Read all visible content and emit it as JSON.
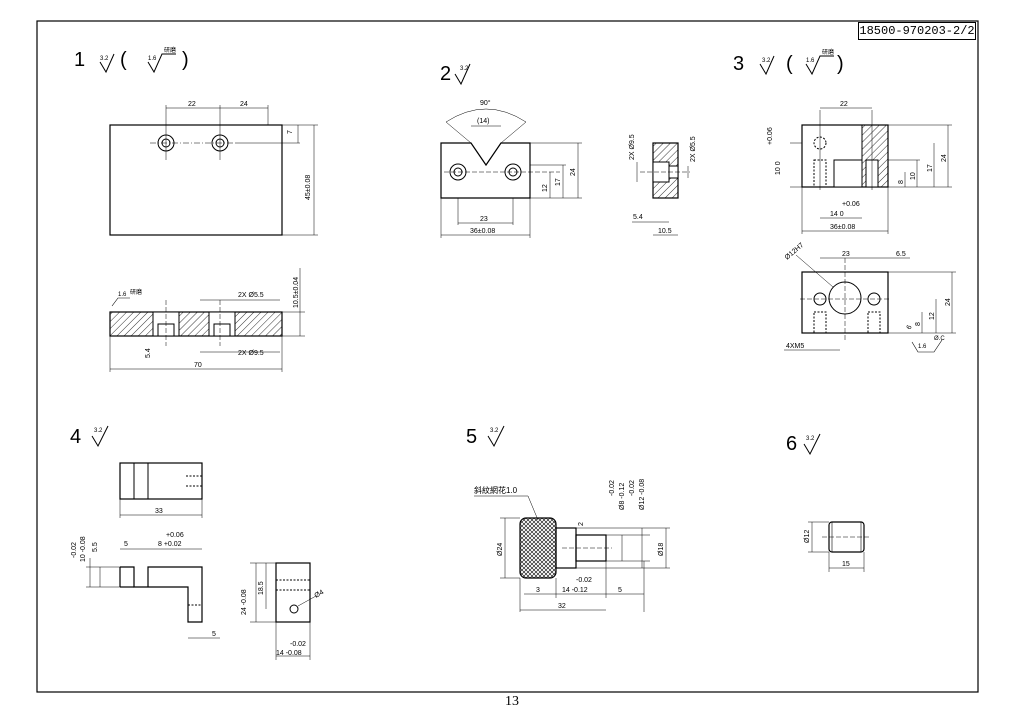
{
  "drawing_number": "18500-970203-2/2",
  "page_number": "13",
  "parts": [
    {
      "label": "1",
      "finish_main": "3.2",
      "finish_alt": "1.6",
      "finish_note": "研磨"
    },
    {
      "label": "2",
      "finish_main": "3.2"
    },
    {
      "label": "3",
      "finish_main": "3.2",
      "finish_alt": "1.6",
      "finish_note": "研磨"
    },
    {
      "label": "4",
      "finish_main": "3.2"
    },
    {
      "label": "5",
      "finish_main": "3.2"
    },
    {
      "label": "6",
      "finish_main": "3.2"
    }
  ],
  "dimensions": {
    "p1": {
      "d22": "22",
      "d24": "24",
      "d7": "7",
      "h45": "45±0.08",
      "holes_thru": "2X Ø5.5",
      "holes_cb": "2X Ø9.5",
      "thk": "10.5±0.04",
      "cb_depth": "5.4",
      "len": "70",
      "grind": "研磨",
      "ra": "1.6"
    },
    "p2": {
      "angle": "90°",
      "gap": "(14)",
      "w23": "23",
      "w36": "36±0.08",
      "h12": "12",
      "h17": "17",
      "h24": "24",
      "cb": "2X Ø9.5",
      "thru": "2X Ø5.5",
      "d54": "5.4",
      "d105": "10.5"
    },
    "p3": {
      "tol_top": "+0.06",
      "tol_bot": "10  0",
      "d22": "22",
      "d8": "8",
      "d10": "10",
      "d17": "17",
      "d24": "24",
      "tol14a": "+0.06",
      "tol14b": "14  0",
      "w36": "36±0.08",
      "hole": "Ø12H7",
      "d23": "23",
      "d65": "6.5",
      "h8": "8",
      "h12": "12",
      "h24": "24",
      "tap": "4XM5",
      "d6": "6",
      "ra": "1.6",
      "note": "Ø.C"
    },
    "p4": {
      "w33": "33",
      "tol_v1": "-0.02",
      "tol_v2": "10 -0.08",
      "d55": "5.5",
      "d5": "5",
      "tol_h1": "+0.06",
      "tol_h2": "8 +0.02",
      "d5b": "5",
      "h24": "24 -0.08",
      "d185": "18.5",
      "hole": "Ø4",
      "tol_w1": "-0.02",
      "tol_w2": "14 -0.08"
    },
    "p5": {
      "knurl": "斜紋網花1.0",
      "dia24": "Ø24",
      "t1": "-0.02",
      "t2": "Ø8 -0.12",
      "t3": "-0.02",
      "t4": "Ø12 -0.08",
      "d2": "2",
      "dia18": "Ø18",
      "len_t1": "-0.02",
      "len_t2": "14 -0.12",
      "d3": "3",
      "d5": "5",
      "d32": "32"
    },
    "p6": {
      "dia": "Ø12",
      "len": "15"
    }
  }
}
